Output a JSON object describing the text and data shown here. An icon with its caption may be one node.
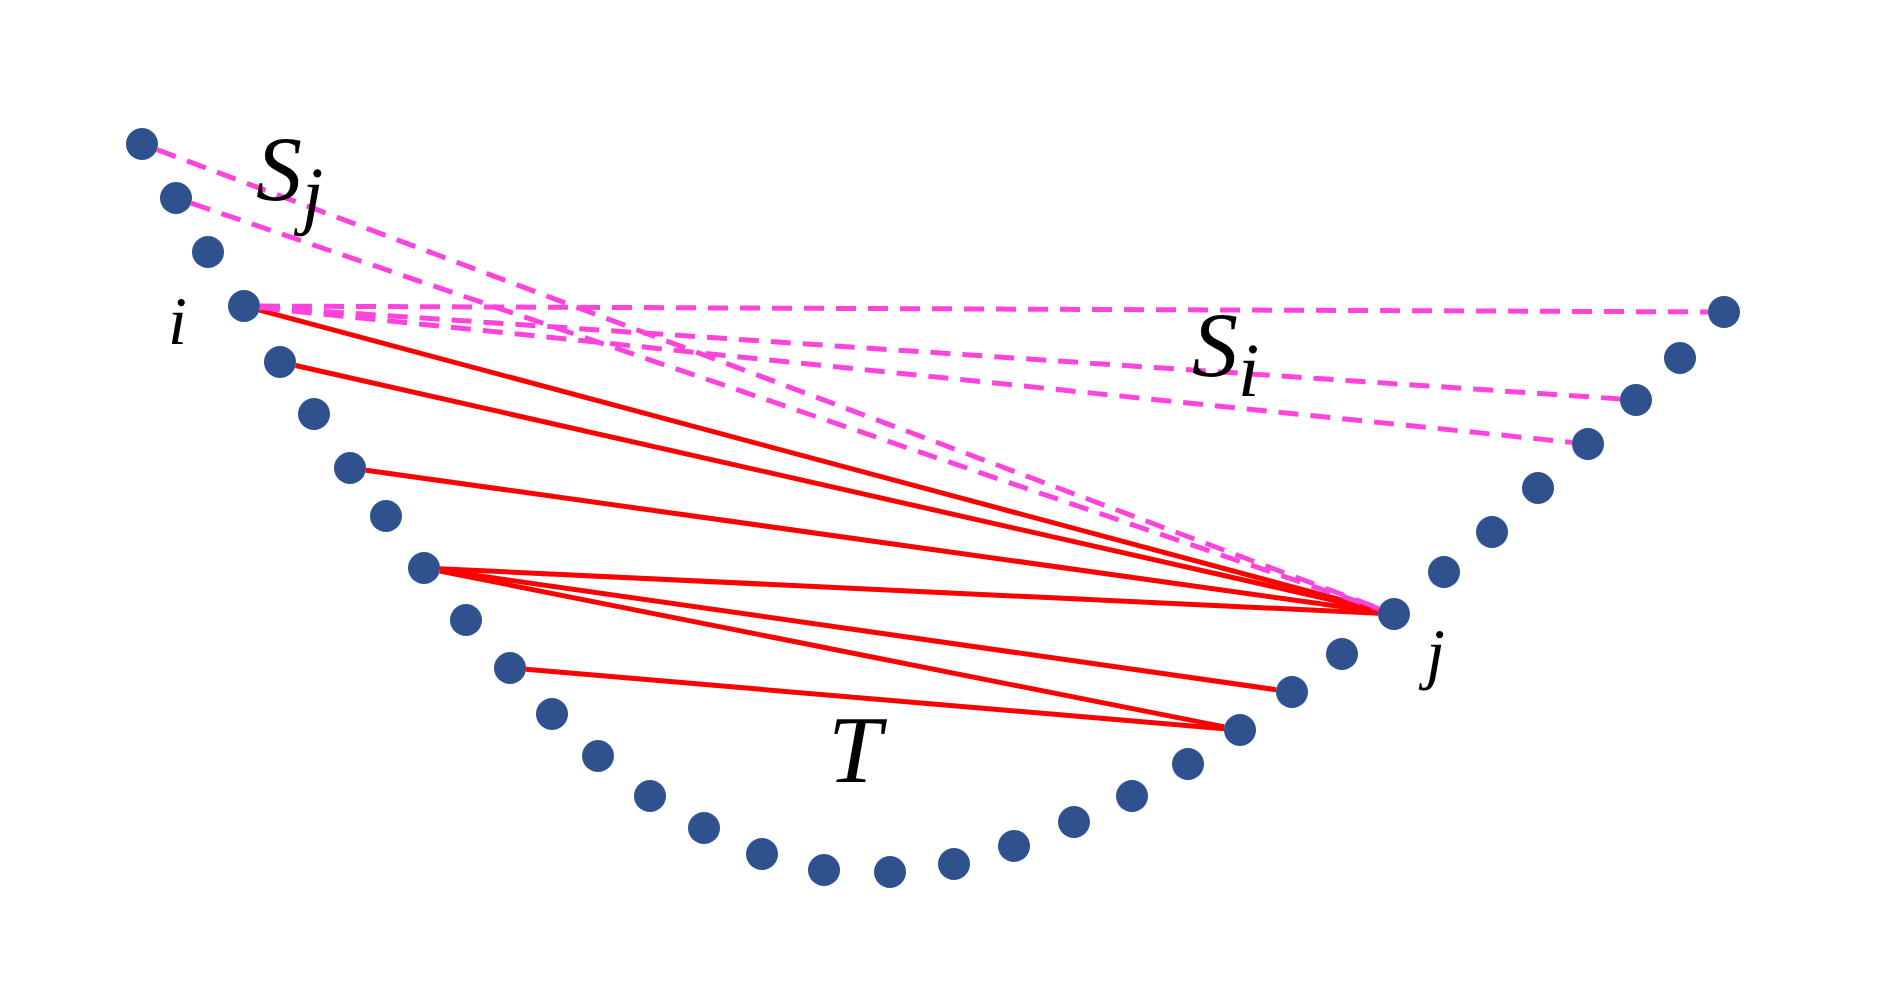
{
  "diagram": {
    "nodes": [
      {
        "text": [],
        "shape": "circle"
      },
      {
        "text": [],
        "shape": "circle"
      },
      {
        "text": [],
        "shape": "circle"
      },
      {
        "text": [],
        "shape": "circle",
        "beside": [
          "i"
        ]
      },
      {
        "text": [],
        "shape": "circle"
      },
      {
        "text": [],
        "shape": "circle"
      },
      {
        "text": [],
        "shape": "circle"
      },
      {
        "text": [],
        "shape": "circle"
      },
      {
        "text": [],
        "shape": "circle"
      },
      {
        "text": [],
        "shape": "circle"
      },
      {
        "text": [],
        "shape": "circle"
      },
      {
        "text": [],
        "shape": "circle"
      },
      {
        "text": [],
        "shape": "circle"
      },
      {
        "text": [],
        "shape": "circle"
      },
      {
        "text": [],
        "shape": "circle"
      },
      {
        "text": [],
        "shape": "circle"
      },
      {
        "text": [],
        "shape": "circle"
      },
      {
        "text": [],
        "shape": "circle"
      },
      {
        "text": [],
        "shape": "circle"
      },
      {
        "text": [],
        "shape": "circle"
      },
      {
        "text": [],
        "shape": "circle"
      },
      {
        "text": [],
        "shape": "circle"
      },
      {
        "text": [],
        "shape": "circle"
      },
      {
        "text": [],
        "shape": "circle"
      },
      {
        "text": [],
        "shape": "circle"
      },
      {
        "text": [],
        "shape": "circle"
      },
      {
        "text": [],
        "shape": "circle",
        "beside": [
          "j"
        ]
      },
      {
        "text": [],
        "shape": "circle"
      },
      {
        "text": [],
        "shape": "circle"
      },
      {
        "text": [],
        "shape": "circle"
      },
      {
        "text": [],
        "shape": "circle"
      },
      {
        "text": [],
        "shape": "circle"
      },
      {
        "text": [],
        "shape": "circle"
      },
      {
        "text": [],
        "shape": "circle"
      }
    ],
    "edges": [
      {
        "from": 3,
        "to": 26,
        "arrow": "none"
      },
      {
        "from": 4,
        "to": 26,
        "arrow": "none"
      },
      {
        "from": 6,
        "to": 26,
        "arrow": "none"
      },
      {
        "from": 8,
        "to": 26,
        "arrow": "none"
      },
      {
        "from": 8,
        "to": 24,
        "arrow": "none"
      },
      {
        "from": 8,
        "to": 23,
        "arrow": "none"
      },
      {
        "from": 10,
        "to": 23,
        "arrow": "none"
      },
      {
        "from": 0,
        "to": 26,
        "arrow": "none",
        "style": "dashed",
        "color": "#ff44dd"
      },
      {
        "from": 1,
        "to": 26,
        "arrow": "none",
        "style": "dashed",
        "color": "#ff44dd"
      },
      {
        "from": 3,
        "to": 33,
        "arrow": "none",
        "style": "dashed",
        "color": "#ff44dd"
      },
      {
        "from": 3,
        "to": 31,
        "arrow": "none",
        "style": "dashed",
        "color": "#ff44dd"
      },
      {
        "from": 3,
        "to": 30,
        "arrow": "none",
        "style": "dashed",
        "color": "#ff44dd"
      }
    ],
    "labels": [
      "S$_{j}$",
      "S$_{i}$",
      "T"
    ]
  }
}
